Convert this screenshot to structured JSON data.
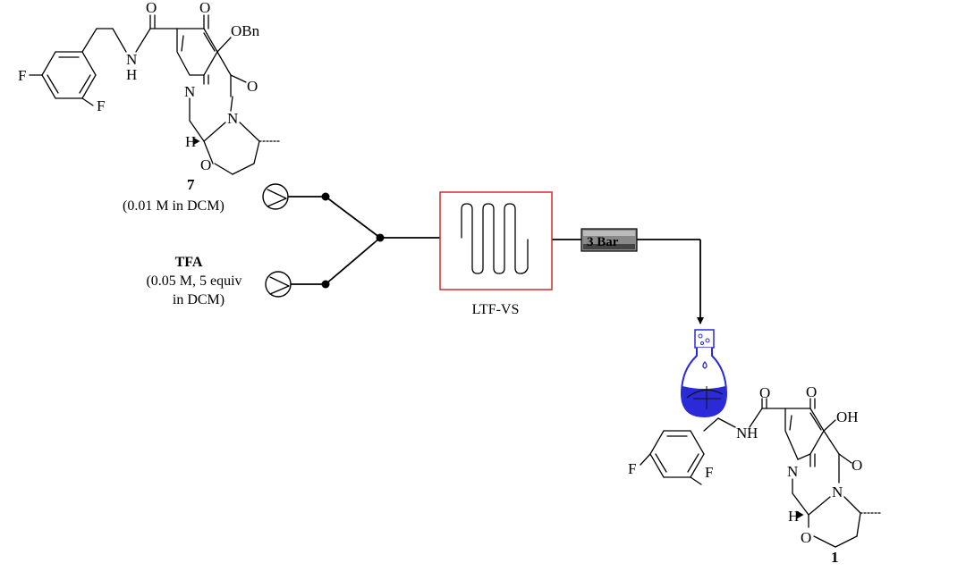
{
  "compound_top": {
    "id": "7",
    "atoms": {
      "o_amide": "O",
      "o_ketone": "O",
      "obn": "OBn",
      "nh_n": "N",
      "nh_h": "H",
      "f_left": "F",
      "f_right": "F",
      "n_ring1": "N",
      "o_lactam": "O",
      "n_ring2": "N",
      "h_stereo": "H",
      "o_ring": "O"
    }
  },
  "reagent_1": {
    "concentration": "(0.01 M in DCM)"
  },
  "reagent_2": {
    "name": "TFA",
    "line1": "(0.05 M, 5 equiv",
    "line2": "in DCM)"
  },
  "reactor": {
    "label": "LTF-VS",
    "border_color": "#d42a2a"
  },
  "bpr": {
    "label": "3 Bar"
  },
  "flask": {
    "fill_color": "#2a2ad8"
  },
  "compound_bottom": {
    "id": "1",
    "atoms": {
      "o_amide": "O",
      "o_ketone": "O",
      "oh": "OH",
      "nh_n": "N",
      "nh_h": "H",
      "f_left": "F",
      "f_right": "F",
      "n_ring1": "N",
      "o_lactam": "O",
      "n_ring2": "N",
      "h_stereo": "H",
      "o_ring": "O"
    }
  }
}
